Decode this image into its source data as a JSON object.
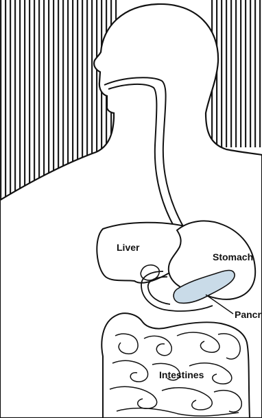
{
  "figure": {
    "labels": {
      "liver": "Liver",
      "stomach": "Stomach",
      "pancreas": "Pancreas",
      "intestines": "Intestines"
    },
    "colors": {
      "line": "#111111",
      "hatch": "#1a1a1a",
      "background": "#ffffff",
      "pancreas_fill": "#c9dbe8"
    }
  }
}
